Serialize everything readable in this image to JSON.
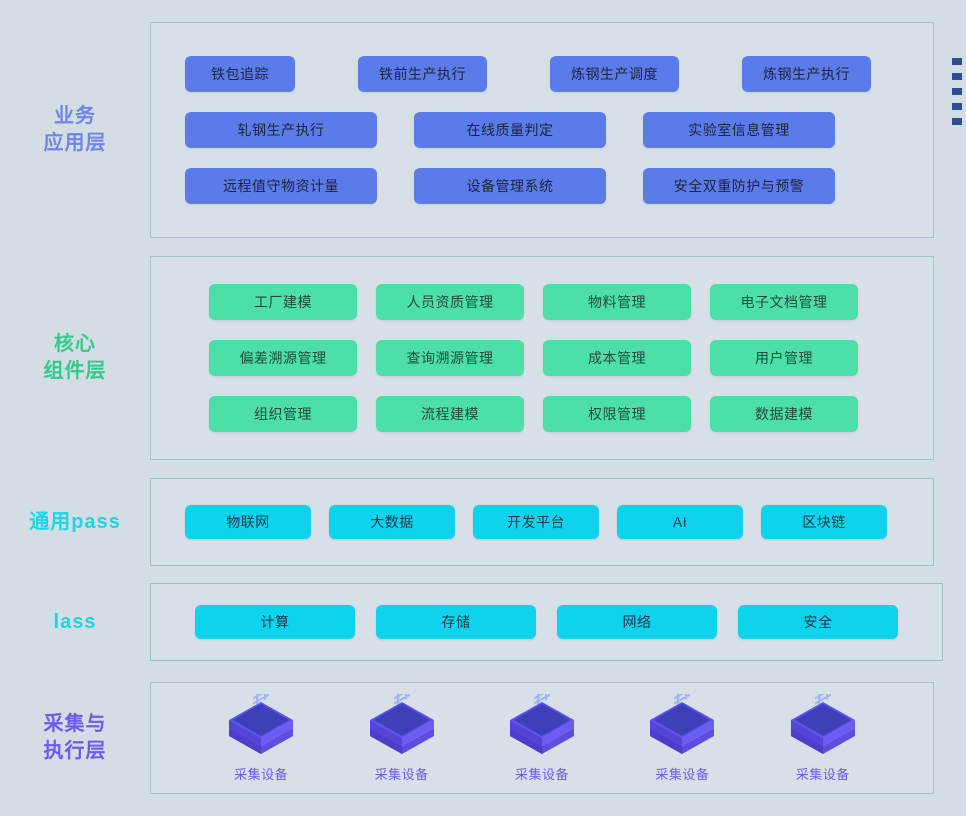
{
  "background_color": "#d3dde4",
  "layers": [
    {
      "id": "business",
      "label_line1": "业务",
      "label_line2": "应用层",
      "accent": "#6f86e8",
      "pill_color": "#5b7ce8",
      "rows": [
        [
          "铁包追踪",
          "铁前生产执行",
          "炼钢生产调度",
          "炼钢生产执行"
        ],
        [
          "轧钢生产执行",
          "在线质量判定",
          "实验室信息管理"
        ],
        [
          "远程值守物资计量",
          "设备管理系统",
          "安全双重防护与预警"
        ]
      ]
    },
    {
      "id": "core",
      "label_line1": "核心",
      "label_line2": "组件层",
      "accent": "#35c98d",
      "pill_color": "#4cdfa7",
      "rows": [
        [
          "工厂建模",
          "人员资质管理",
          "物料管理",
          "电子文档管理"
        ],
        [
          "偏差溯源管理",
          "查询溯源管理",
          "成本管理",
          "用户管理"
        ],
        [
          "组织管理",
          "流程建模",
          "权限管理",
          "数据建模"
        ]
      ]
    },
    {
      "id": "paas",
      "label_line1": "通用pass",
      "label_line2": "",
      "accent": "#1ed4e8",
      "pill_color": "#0fd2ec",
      "rows": [
        [
          "物联网",
          "大数据",
          "开发平台",
          "AI",
          "区块链"
        ]
      ]
    },
    {
      "id": "iaas",
      "label_line1": "lass",
      "label_line2": "",
      "accent": "#1ed4e8",
      "pill_color": "#0fd2ec",
      "rows": [
        [
          "计算",
          "存储",
          "网络",
          "安全"
        ]
      ]
    },
    {
      "id": "collect",
      "label_line1": "采集与",
      "label_line2": "执行层",
      "accent": "#6a5cf2",
      "pill_color": "#6a5cf2",
      "devices": [
        {
          "icon": "collect-device-box-icon",
          "glyph": "采",
          "label": "采集设备"
        },
        {
          "icon": "collect-device-box-icon",
          "glyph": "采",
          "label": "采集设备"
        },
        {
          "icon": "collect-device-box-icon",
          "glyph": "采",
          "label": "采集设备"
        },
        {
          "icon": "collect-device-box-icon",
          "glyph": "采",
          "label": "采集设备"
        },
        {
          "icon": "collect-device-box-icon",
          "glyph": "采",
          "label": "采集设备"
        }
      ]
    }
  ],
  "edge_marks": {
    "count": 5,
    "color": "#2e4e8f"
  }
}
